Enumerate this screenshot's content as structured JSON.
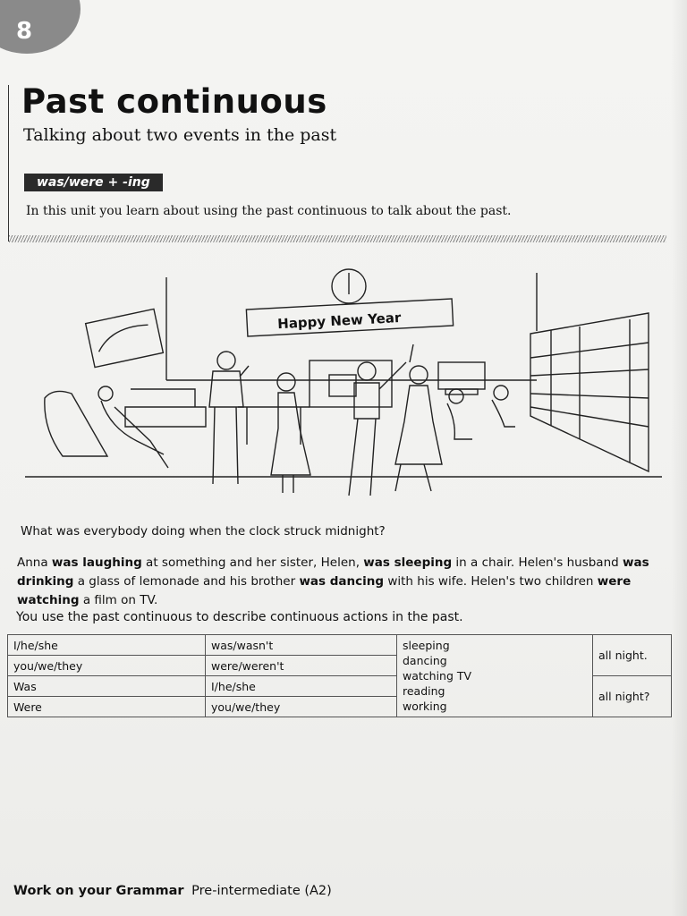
{
  "unit_number": "8",
  "title": "Past continuous",
  "subtitle": "Talking about two events in the past",
  "form_label": "was/were + -ing",
  "intro": "In this unit you learn about using the past continuous to talk about the past.",
  "illustration": {
    "banner": "Happy New Year"
  },
  "question": "What was everybody doing when the clock struck midnight?",
  "story": [
    {
      "t": "Anna ",
      "b": false
    },
    {
      "t": "was laughing",
      "b": true
    },
    {
      "t": " at something and her sister, Helen, ",
      "b": false
    },
    {
      "t": "was sleeping",
      "b": true
    },
    {
      "t": " in a chair. Helen's husband ",
      "b": false
    },
    {
      "t": "was drinking",
      "b": true
    },
    {
      "t": " a glass of lemonade and his brother ",
      "b": false
    },
    {
      "t": "was dancing",
      "b": true
    },
    {
      "t": " with his wife. Helen's two children ",
      "b": false
    },
    {
      "t": "were watching",
      "b": true
    },
    {
      "t": " a film on TV.",
      "b": false
    }
  ],
  "explanation": "You use the past continuous to describe continuous actions in the past.",
  "table": {
    "col1": [
      "I/he/she",
      "you/we/they",
      "Was",
      "Were"
    ],
    "col2": [
      "was/wasn't",
      "were/weren't",
      "I/he/she",
      "you/we/they"
    ],
    "verbs": [
      "sleeping",
      "dancing",
      "watching TV",
      "reading",
      "working"
    ],
    "endings": [
      "all night.",
      "all night?"
    ]
  },
  "footer": {
    "series": "Work on your Grammar",
    "level": "Pre-intermediate (A2)"
  }
}
